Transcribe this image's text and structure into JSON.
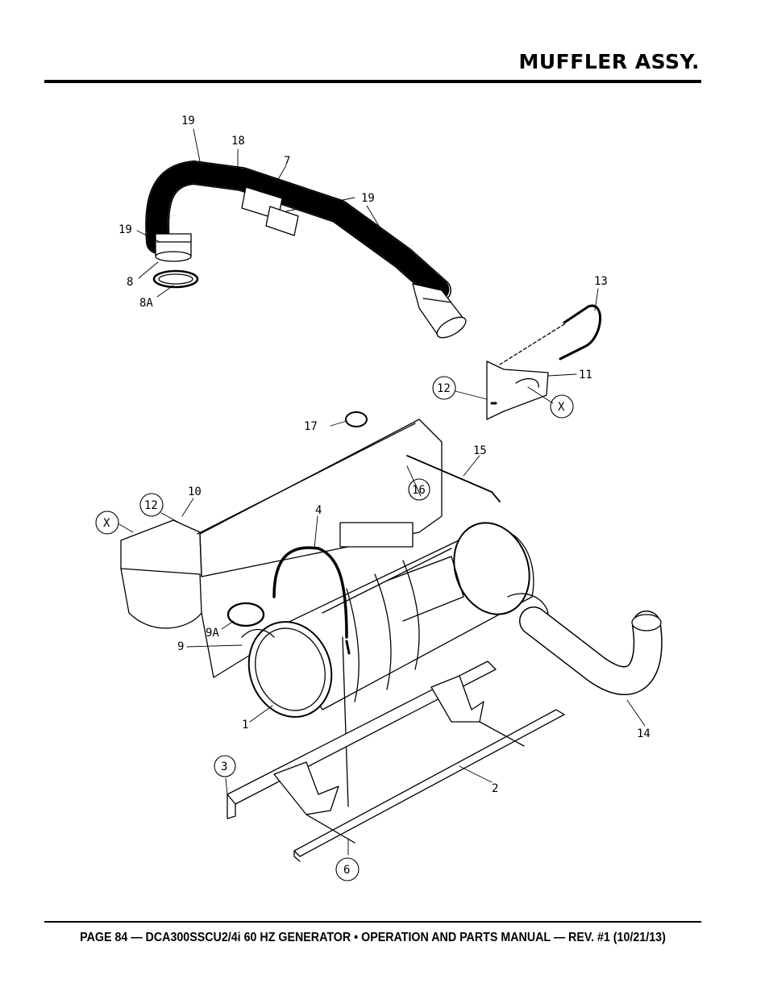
{
  "header": {
    "title": "MUFFLER ASSY."
  },
  "footer": {
    "text": "PAGE 84 — DCA300SSCU2/4i 60 HZ GENERATOR • OPERATION AND PARTS MANUAL — REV. #1 (10/21/13)"
  },
  "callouts": {
    "c19a": "19",
    "c18": "18",
    "c7": "7",
    "c19b": "19",
    "c19c": "19",
    "c8": "8",
    "c8a": "8A",
    "c13": "13",
    "c12a": "12",
    "c11": "11",
    "cXa": "X",
    "c17": "17",
    "c15": "15",
    "c16": "16",
    "c10": "10",
    "c12b": "12",
    "cXb": "X",
    "c4": "4",
    "c9a": "9A",
    "c9": "9",
    "c1": "1",
    "c14": "14",
    "c3": "3",
    "c2": "2",
    "c6": "6"
  }
}
